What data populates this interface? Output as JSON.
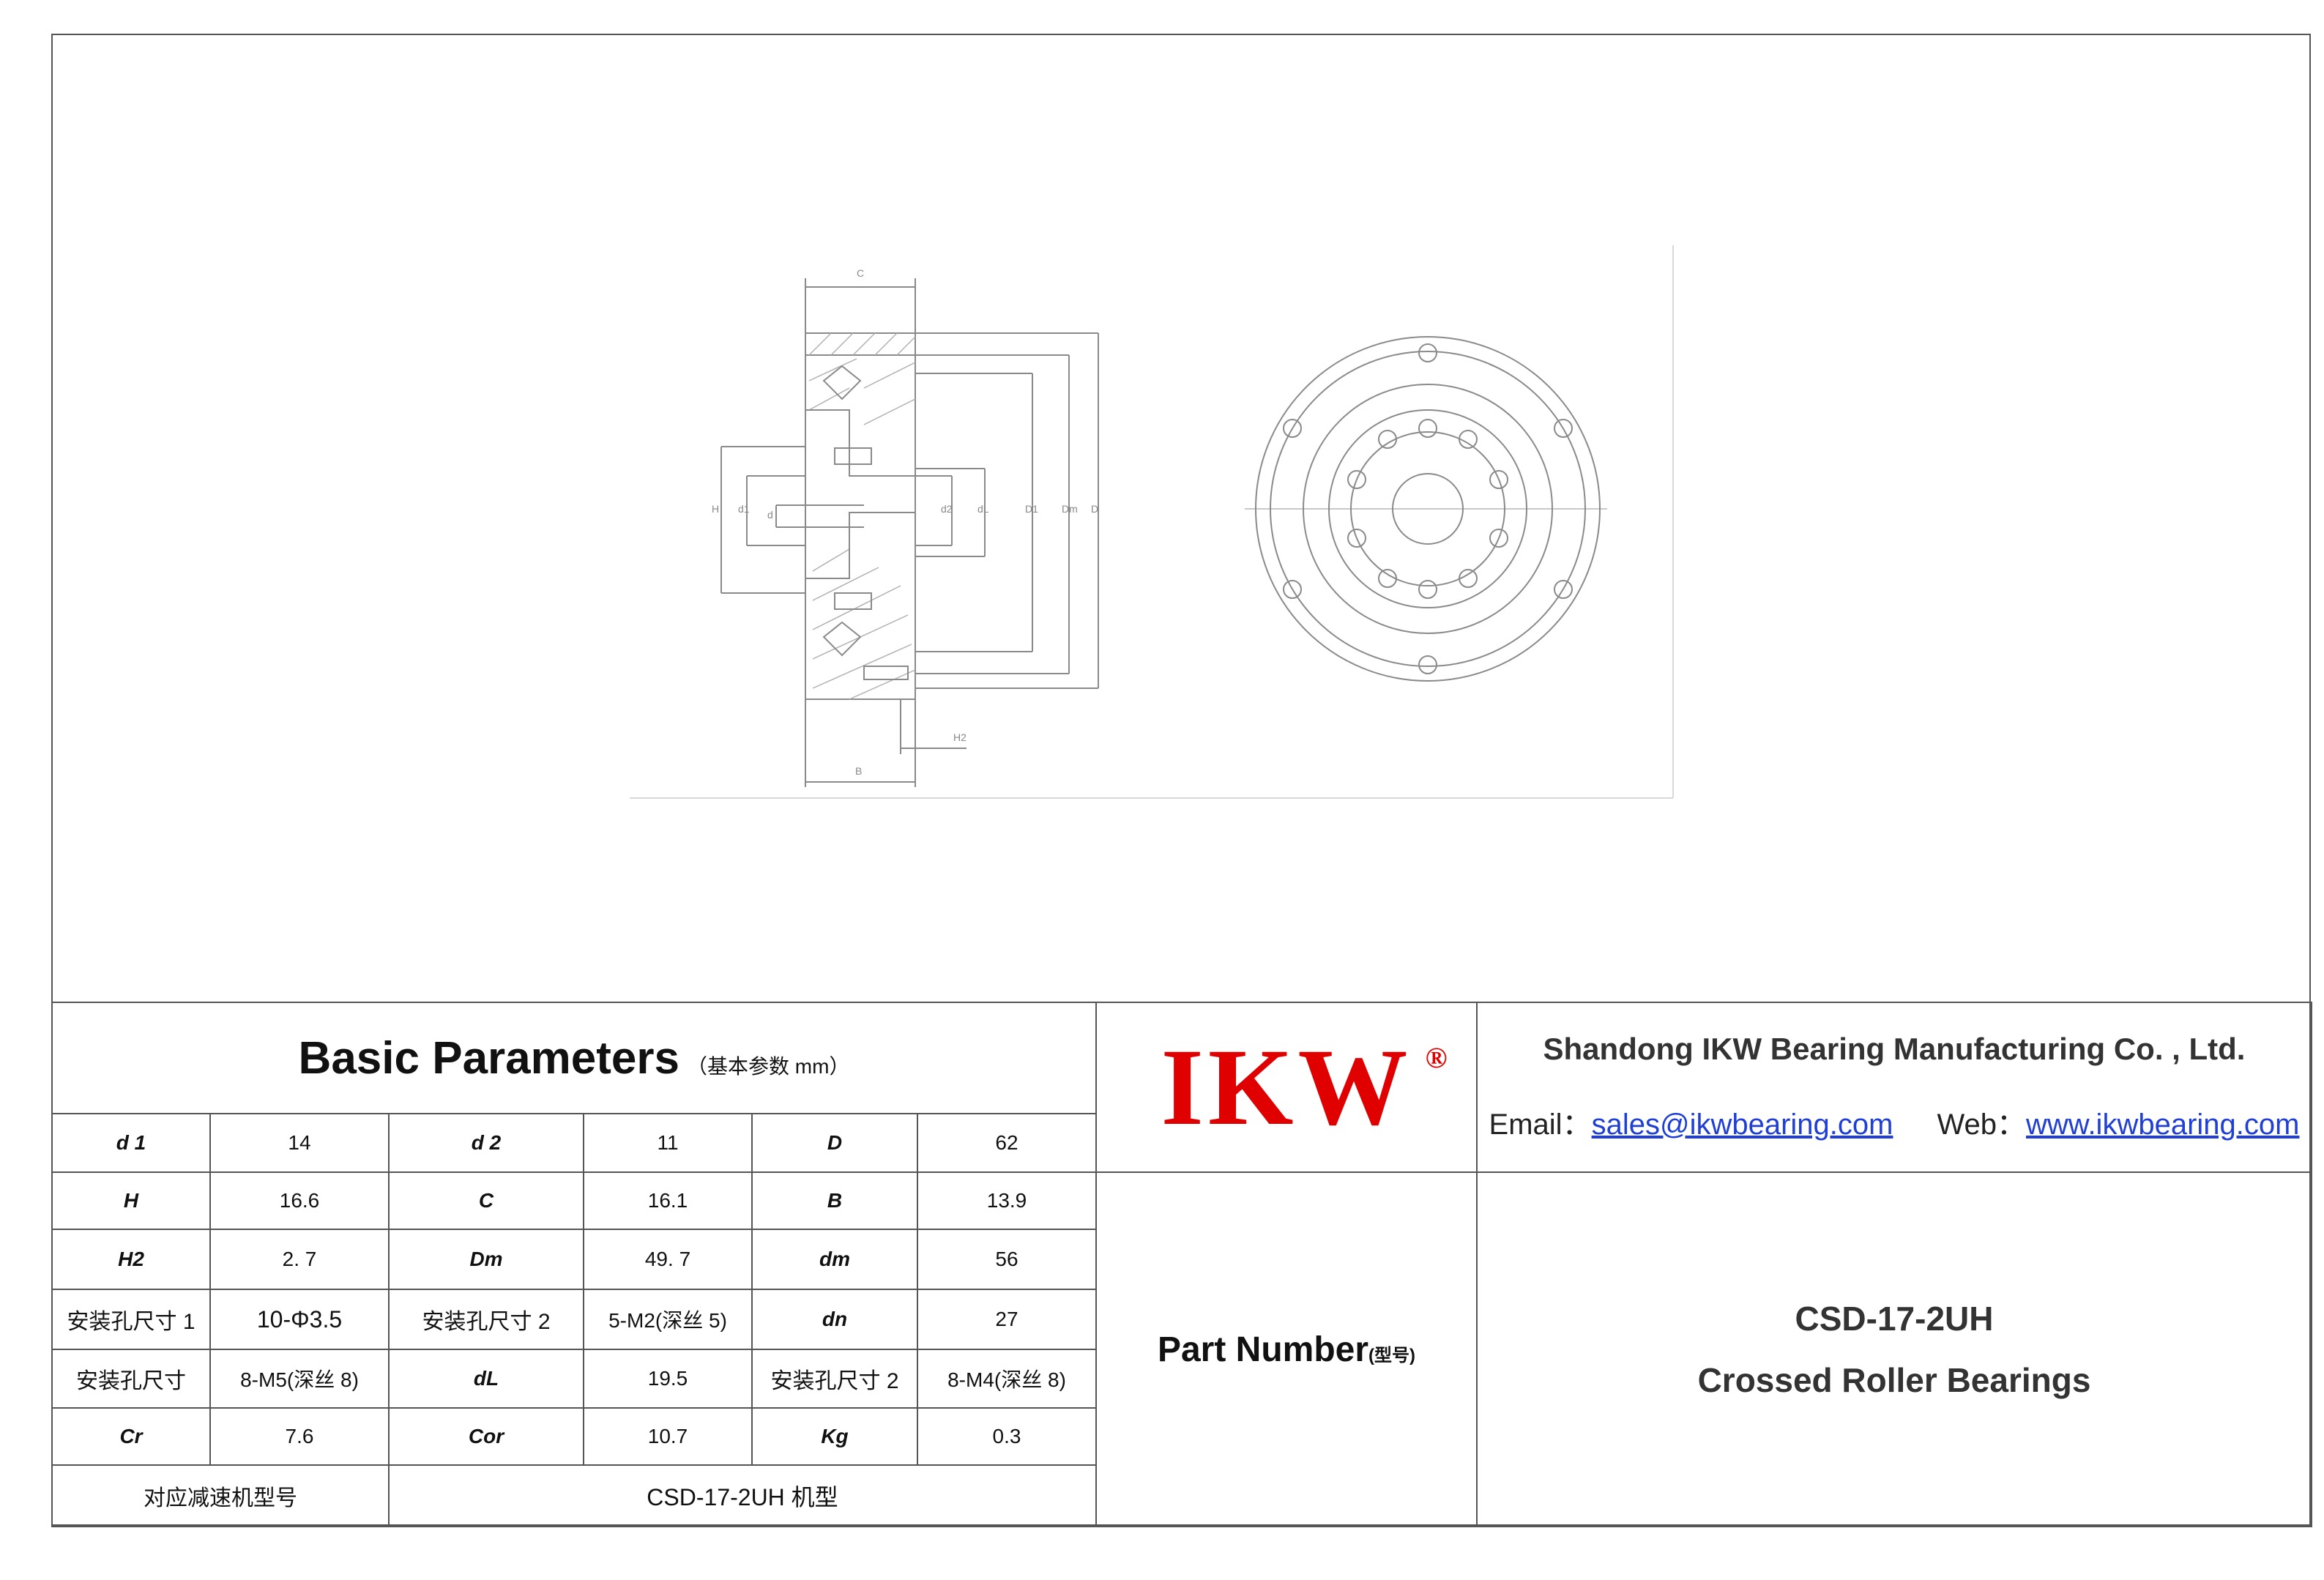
{
  "drawing": {
    "dim_labels": [
      "C",
      "D",
      "Dm",
      "d1",
      "dL",
      "d2",
      "d",
      "D1",
      "H2",
      "B",
      "H"
    ]
  },
  "table": {
    "title": "Basic Parameters",
    "title_sub": "（基本参数 mm）",
    "rows": [
      [
        {
          "label": "d 1",
          "value": "14"
        },
        {
          "label": "d 2",
          "value": "11"
        },
        {
          "label": "D",
          "value": "62"
        }
      ],
      [
        {
          "label": "H",
          "value": "16.6"
        },
        {
          "label": "C",
          "value": "16.1"
        },
        {
          "label": "B",
          "value": "13.9"
        }
      ],
      [
        {
          "label": "H2",
          "value": "2. 7"
        },
        {
          "label": "Dm",
          "value": "49. 7"
        },
        {
          "label": "dm",
          "value": "56"
        }
      ],
      [
        {
          "label": "安装孔尺寸 1",
          "value": "10-Φ3.5"
        },
        {
          "label": "安装孔尺寸 2",
          "value": "5-M2(深丝 5)"
        },
        {
          "label": "dn",
          "value": "27"
        }
      ],
      [
        {
          "label": "安装孔尺寸",
          "value": "8-M5(深丝 8)"
        },
        {
          "label": "dL",
          "value": "19.5"
        },
        {
          "label": "安装孔尺寸 2",
          "value": "8-M4(深丝 8)"
        }
      ],
      [
        {
          "label": "Cr",
          "value": "7.6"
        },
        {
          "label": "Cor",
          "value": "10.7"
        },
        {
          "label": "Kg",
          "value": "0.3"
        }
      ]
    ],
    "reducer_label": "对应减速机型号",
    "reducer_value": "CSD-17-2UH 机型"
  },
  "brand": {
    "logo": "IKW",
    "registered": "®",
    "company": "Shandong IKW Bearing Manufacturing Co. , Ltd.",
    "email_label": "Email：",
    "email": "sales@ikwbearing.com",
    "web_label": "Web：",
    "web": "www.ikwbearing.com"
  },
  "part": {
    "label": "Part Number",
    "label_sub": "(型号)",
    "model": "CSD-17-2UH",
    "desc": "Crossed Roller Bearings"
  },
  "colors": {
    "accent_red": "#c00000",
    "logo_red": "#e00000",
    "link_blue": "#1f3fd6",
    "line_gray": "#555555"
  }
}
